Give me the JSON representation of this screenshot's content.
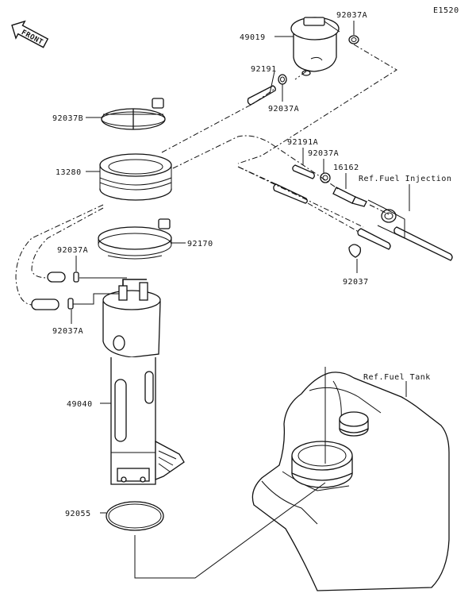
{
  "page_code": "E1520",
  "front_arrow": {
    "label": "FRONT",
    "icon": "front-arrow-icon"
  },
  "labels": {
    "p_92037A_top": "92037A",
    "p_49019": "49019",
    "p_92191": "92191",
    "p_92037A_mid": "92037A",
    "p_92037B": "92037B",
    "p_13280": "13280",
    "p_92191A": "92191A",
    "p_92037A_right": "92037A",
    "p_16162": "16162",
    "ref_fuel_injection": "Ref.Fuel Injection",
    "p_92170": "92170",
    "p_92037A_left1": "92037A",
    "p_92037A_left2": "92037A",
    "p_92037": "92037",
    "ref_fuel_tank": "Ref.Fuel Tank",
    "p_49040": "49040",
    "p_92055": "92055"
  }
}
